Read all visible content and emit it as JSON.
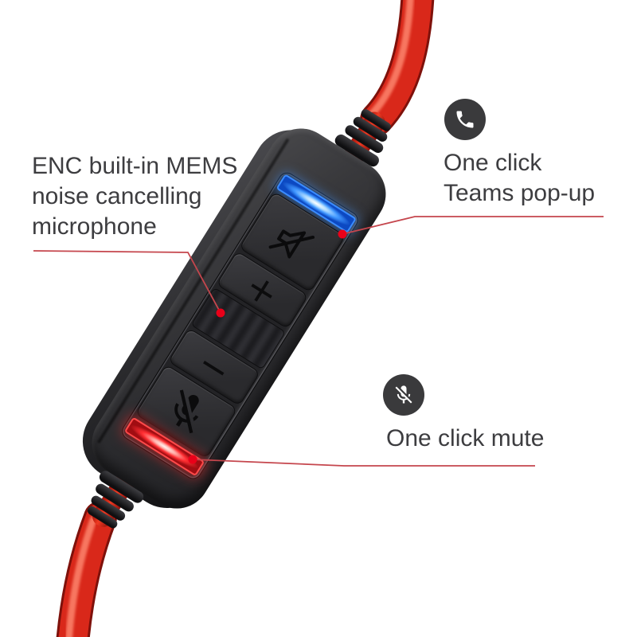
{
  "annotations": {
    "mic_note": {
      "line1": "ENC built-in MEMS",
      "line2": "noise cancelling",
      "line3": "microphone"
    },
    "teams_note": {
      "line1": "One click",
      "line2": "Teams pop-up",
      "icon": "phone-icon"
    },
    "mute_note": {
      "text": "One click mute",
      "icon": "mic-muted-icon"
    }
  },
  "device": {
    "name": "headset-inline-controller",
    "volume_up_label": "+",
    "volume_down_label": "−",
    "buttons": [
      {
        "name": "speaker-mute-button",
        "icon": "speaker-mute-icon"
      },
      {
        "name": "volume-up-button",
        "label": "+"
      },
      {
        "name": "volume-wheel"
      },
      {
        "name": "volume-down-button",
        "label": "−"
      },
      {
        "name": "mic-mute-button",
        "icon": "mic-mute-icon"
      }
    ],
    "leds": [
      {
        "name": "teams-led",
        "color": "#2f8cff"
      },
      {
        "name": "mute-led",
        "color": "#ff2a33"
      }
    ]
  },
  "colors": {
    "cable": "#d9281a",
    "cable_highlight": "#ff8a72",
    "callout_line": "#c5464d",
    "callout_dot": "#ea0019",
    "text": "#3d3d40",
    "badge_background": "#3a3a3c",
    "background": "#ffffff"
  }
}
